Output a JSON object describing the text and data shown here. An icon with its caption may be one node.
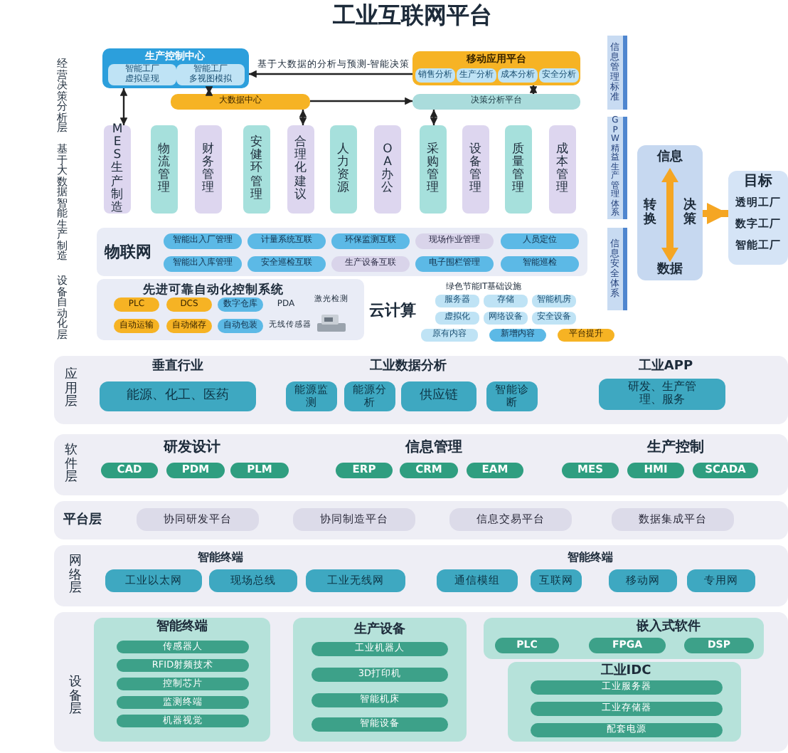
{
  "diagram": {
    "title": "工业互联网平台",
    "nodes": [
      {
        "text": [
          "生产控制中心"
        ]
      },
      {
        "text": [
          "智能工厂",
          "虚拟呈现"
        ],
        "in": 0
      },
      {
        "text": [
          "智能工厂",
          "多视图模拟"
        ],
        "in": 0
      },
      {
        "text": [
          "大数据中心"
        ]
      },
      {
        "text": [
          "移动应用平台"
        ]
      },
      {
        "text": [
          "销售分析"
        ],
        "in": 4
      },
      {
        "text": [
          "生产分析"
        ],
        "in": 4
      },
      {
        "text": [
          "成本分析"
        ],
        "in": 4
      },
      {
        "text": [
          "安全分析"
        ],
        "in": 4
      },
      {
        "text": [
          "决策分析平台"
        ]
      },
      {
        "text": [
          "MES生产制造"
        ]
      },
      {
        "text": [
          "物流管理"
        ]
      },
      {
        "text": [
          "财务管理"
        ]
      },
      {
        "text": [
          "安健环管理"
        ]
      },
      {
        "text": [
          "合理化建议"
        ]
      },
      {
        "text": [
          "人力资源"
        ]
      },
      {
        "text": [
          "OA办公"
        ]
      },
      {
        "text": [
          "采购管理"
        ]
      },
      {
        "text": [
          "设备管理"
        ]
      },
      {
        "text": [
          "质量管理"
        ]
      },
      {
        "text": [
          "成本管理"
        ]
      },
      {
        "text": [
          "信息管理标准"
        ]
      },
      {
        "text": [
          "GPW精益生产管理体系"
        ]
      },
      {
        "text": [
          "信息安全体系"
        ]
      },
      {
        "text": [
          "物联网"
        ]
      },
      {
        "text": [
          "智能出入厂管理"
        ],
        "in": 24
      },
      {
        "text": [
          "计量系统互联"
        ],
        "in": 24
      },
      {
        "text": [
          "环保监测互联"
        ],
        "in": 24
      },
      {
        "text": [
          "现场作业管理"
        ],
        "in": 24
      },
      {
        "text": [
          "人员定位"
        ],
        "in": 24
      },
      {
        "text": [
          "智能出入库管理"
        ],
        "in": 24
      },
      {
        "text": [
          "安全巡检互联"
        ],
        "in": 24
      },
      {
        "text": [
          "生产设备互联"
        ],
        "in": 24
      },
      {
        "text": [
          "电子围栏管理"
        ],
        "in": 24
      },
      {
        "text": [
          "智能巡检"
        ],
        "in": 24
      },
      {
        "text": [
          "先进可靠自动化控制系统"
        ]
      },
      {
        "text": [
          "PLC"
        ],
        "in": 35
      },
      {
        "text": [
          "DCS"
        ],
        "in": 35
      },
      {
        "text": [
          "数字仓库"
        ],
        "in": 35
      },
      {
        "text": [
          "自动运输"
        ],
        "in": 35
      },
      {
        "text": [
          "自动储存"
        ],
        "in": 35
      },
      {
        "text": [
          "自动包装"
        ],
        "in": 35
      },
      {
        "text": [
          "服务器"
        ]
      },
      {
        "text": [
          "存储"
        ]
      },
      {
        "text": [
          "智能机房"
        ]
      },
      {
        "text": [
          "虚拟化"
        ]
      },
      {
        "text": [
          "网络设备"
        ]
      },
      {
        "text": [
          "安全设备"
        ]
      },
      {
        "text": [
          "原有内容"
        ]
      },
      {
        "text": [
          "新增内容"
        ]
      },
      {
        "text": [
          "平台提升"
        ]
      },
      {
        "text": [
          "信息",
          "转换",
          "决策",
          "数据"
        ]
      },
      {
        "text": [
          "目标",
          "透明工厂",
          "数字工厂",
          "智能工厂"
        ]
      },
      {
        "text": [
          "应用层",
          "垂直行业",
          "工业数据分析",
          "工业APP"
        ]
      },
      {
        "text": [
          "能源、化工、医药"
        ],
        "in": 53
      },
      {
        "text": [
          "能源监测"
        ],
        "in": 53
      },
      {
        "text": [
          "能源分析"
        ],
        "in": 53
      },
      {
        "text": [
          "供应链"
        ],
        "in": 53
      },
      {
        "text": [
          "智能诊断"
        ],
        "in": 53
      },
      {
        "text": [
          "研发、生产管理、服务"
        ],
        "in": 53
      },
      {
        "text": [
          "软件层",
          "研发设计",
          "信息管理",
          "生产控制"
        ]
      },
      {
        "text": [
          "CAD"
        ],
        "in": 60
      },
      {
        "text": [
          "PDM"
        ],
        "in": 60
      },
      {
        "text": [
          "PLM"
        ],
        "in": 60
      },
      {
        "text": [
          "ERP"
        ],
        "in": 60
      },
      {
        "text": [
          "CRM"
        ],
        "in": 60
      },
      {
        "text": [
          "EAM"
        ],
        "in": 60
      },
      {
        "text": [
          "MES"
        ],
        "in": 60
      },
      {
        "text": [
          "HMI"
        ],
        "in": 60
      },
      {
        "text": [
          "SCADA"
        ],
        "in": 60
      },
      {
        "text": [
          "平台层"
        ]
      },
      {
        "text": [
          "协同研发平台"
        ],
        "in": 70
      },
      {
        "text": [
          "协同制造平台"
        ],
        "in": 70
      },
      {
        "text": [
          "信息交易平台"
        ],
        "in": 70
      },
      {
        "text": [
          "数据集成平台"
        ],
        "in": 70
      },
      {
        "text": [
          "网络层",
          "智能终端",
          "智能终端"
        ]
      },
      {
        "text": [
          "工业以太网"
        ],
        "in": 75
      },
      {
        "text": [
          "现场总线"
        ],
        "in": 75
      },
      {
        "text": [
          "工业无线网"
        ],
        "in": 75
      },
      {
        "text": [
          "通信模组"
        ],
        "in": 75
      },
      {
        "text": [
          "互联网"
        ],
        "in": 75
      },
      {
        "text": [
          "移动网"
        ],
        "in": 75
      },
      {
        "text": [
          "专用网"
        ],
        "in": 75
      },
      {
        "text": [
          "设备层"
        ]
      },
      {
        "text": [
          "智能终端"
        ],
        "in": 83
      },
      {
        "text": [
          "传感器人"
        ],
        "in": 84
      },
      {
        "text": [
          "RFID射频技术"
        ],
        "in": 84
      },
      {
        "text": [
          "控制芯片"
        ],
        "in": 84
      },
      {
        "text": [
          "监测终端"
        ],
        "in": 84
      },
      {
        "text": [
          "机器视觉"
        ],
        "in": 84
      },
      {
        "text": [
          "生产设备"
        ],
        "in": 83
      },
      {
        "text": [
          "工业机器人"
        ],
        "in": 90
      },
      {
        "text": [
          "3D打印机"
        ],
        "in": 90
      },
      {
        "text": [
          "智能机床"
        ],
        "in": 90
      },
      {
        "text": [
          "智能设备"
        ],
        "in": 90
      },
      {
        "text": [
          "嵌入式软件"
        ],
        "in": 83
      },
      {
        "text": [
          "PLC"
        ],
        "in": 95
      },
      {
        "text": [
          "FPGA"
        ],
        "in": 95
      },
      {
        "text": [
          "DSP"
        ],
        "in": 95
      },
      {
        "text": [
          "工业IDC"
        ],
        "in": 83
      },
      {
        "text": [
          "工业服务器"
        ],
        "in": 99
      },
      {
        "text": [
          "工业存储器"
        ],
        "in": 99
      },
      {
        "text": [
          "配套电源"
        ],
        "in": 99
      }
    ],
    "edges": [
      {
        "from": 0,
        "to": 10,
        "arrow": "both"
      },
      {
        "from": 0,
        "to": 3,
        "arrow": "both"
      },
      {
        "from": 3,
        "to": 14,
        "arrow": "both"
      },
      {
        "from": 3,
        "to": 9,
        "arrow": "to"
      },
      {
        "from": 4,
        "to": 0,
        "arrow": "to",
        "label": "基于大数据的分析与预测-智能决策"
      },
      {
        "from": 4,
        "to": 9,
        "arrow": "both"
      },
      {
        "from": 9,
        "to": 17,
        "arrow": "both"
      },
      {
        "from": 51,
        "to": 52,
        "arrow": "to",
        "style": "thick",
        "color": "#f5a623"
      }
    ],
    "labels": [
      "经营决策分析层",
      "基于大数据智能生产制造",
      "设备自动化层",
      "PDA",
      "激光检测",
      "无线传感器",
      "绿色节能IT基础设施",
      "云计算"
    ]
  }
}
